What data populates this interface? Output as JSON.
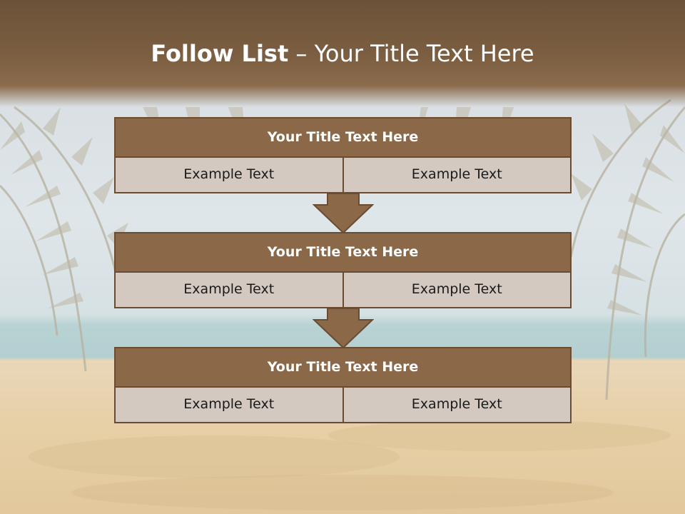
{
  "slide": {
    "title_bold": "Follow List",
    "title_rest": " – Your Title Text Here"
  },
  "blocks": [
    {
      "title": "Your Title Text Here",
      "left": "Example Text",
      "right": "Example Text"
    },
    {
      "title": "Your Title Text Here",
      "left": "Example Text",
      "right": "Example Text"
    },
    {
      "title": "Your Title Text Here",
      "left": "Example Text",
      "right": "Example Text"
    }
  ],
  "colors": {
    "header": "#7d5f42",
    "block_title": "#8a6848",
    "cell": "#d3c9c0",
    "border": "#6a4c33"
  }
}
